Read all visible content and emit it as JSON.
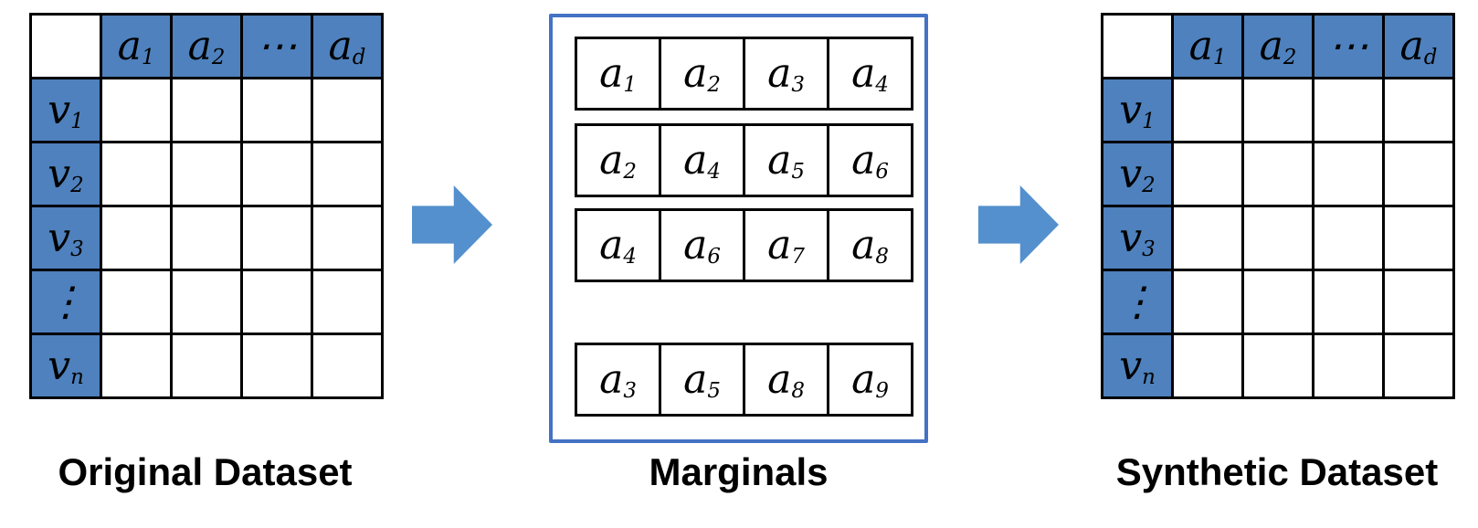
{
  "colors": {
    "cell_fill_blue": "#4E81BD",
    "arrow_blue": "#5490CD",
    "marginals_border_blue": "#4472C4",
    "grid_border": "#000000"
  },
  "original": {
    "caption": "Original Dataset",
    "column_headers": [
      {
        "base": "a",
        "sub": "1"
      },
      {
        "base": "a",
        "sub": "2"
      },
      {
        "base": "⋯",
        "sub": ""
      },
      {
        "base": "a",
        "sub": "d"
      }
    ],
    "row_headers": [
      {
        "base": "v",
        "sub": "1"
      },
      {
        "base": "v",
        "sub": "2"
      },
      {
        "base": "v",
        "sub": "3"
      },
      {
        "base": "⋮",
        "sub": ""
      },
      {
        "base": "v",
        "sub": "n"
      }
    ]
  },
  "marginals": {
    "caption": "Marginals",
    "rows": [
      [
        {
          "base": "a",
          "sub": "1"
        },
        {
          "base": "a",
          "sub": "2"
        },
        {
          "base": "a",
          "sub": "3"
        },
        {
          "base": "a",
          "sub": "4"
        }
      ],
      [
        {
          "base": "a",
          "sub": "2"
        },
        {
          "base": "a",
          "sub": "4"
        },
        {
          "base": "a",
          "sub": "5"
        },
        {
          "base": "a",
          "sub": "6"
        }
      ],
      [
        {
          "base": "a",
          "sub": "4"
        },
        {
          "base": "a",
          "sub": "6"
        },
        {
          "base": "a",
          "sub": "7"
        },
        {
          "base": "a",
          "sub": "8"
        }
      ],
      [
        {
          "base": "a",
          "sub": "3"
        },
        {
          "base": "a",
          "sub": "5"
        },
        {
          "base": "a",
          "sub": "8"
        },
        {
          "base": "a",
          "sub": "9"
        }
      ]
    ]
  },
  "synthetic": {
    "caption": "Synthetic Dataset",
    "column_headers": [
      {
        "base": "a",
        "sub": "1"
      },
      {
        "base": "a",
        "sub": "2"
      },
      {
        "base": "⋯",
        "sub": ""
      },
      {
        "base": "a",
        "sub": "d"
      }
    ],
    "row_headers": [
      {
        "base": "v",
        "sub": "1"
      },
      {
        "base": "v",
        "sub": "2"
      },
      {
        "base": "v",
        "sub": "3"
      },
      {
        "base": "⋮",
        "sub": ""
      },
      {
        "base": "v",
        "sub": "n"
      }
    ]
  }
}
